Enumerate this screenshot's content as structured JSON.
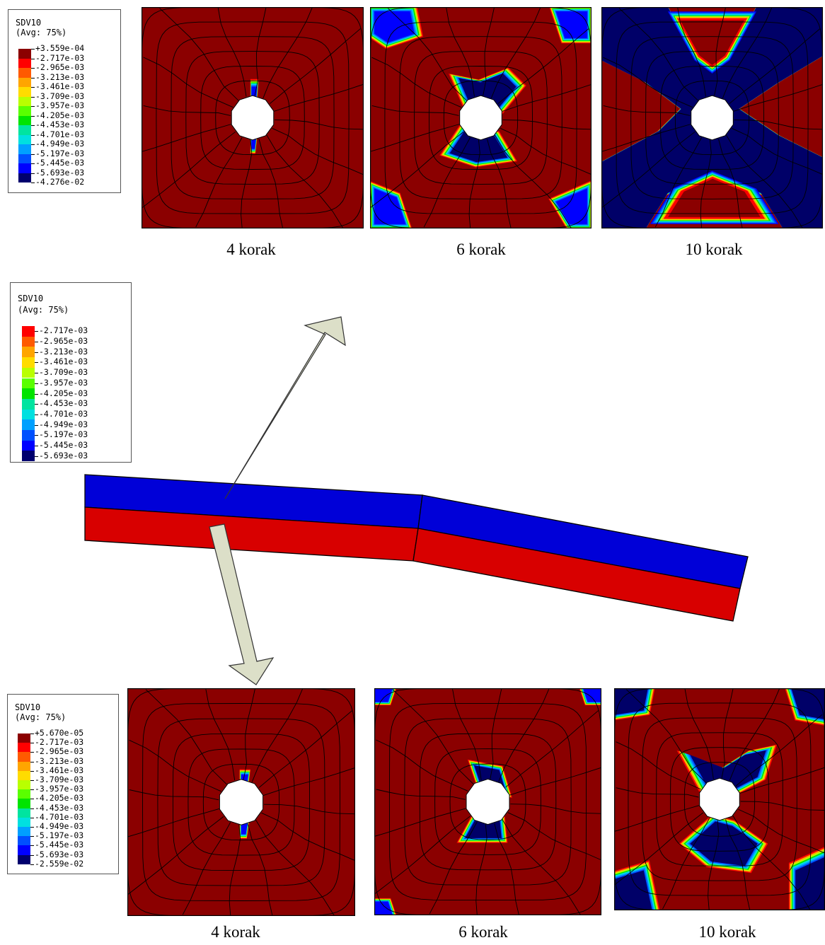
{
  "colors": {
    "contour": [
      "#8b0000",
      "#ff0000",
      "#ff5a00",
      "#ffa500",
      "#ffdc00",
      "#b9ff00",
      "#5aff00",
      "#00e400",
      "#00e4a0",
      "#00e0e0",
      "#00a0ff",
      "#0050ff",
      "#0000ff",
      "#00006e"
    ],
    "background_red": "#8b0000",
    "core_blue": "#000068",
    "arrow_fill": "#dcdfc8",
    "beam_top": "#0000d8",
    "beam_bottom": "#d80000"
  },
  "legend_top": {
    "title": "SDV10",
    "subtitle": "(Avg: 75%)",
    "values": [
      "+3.559e-04",
      "-2.717e-03",
      "-2.965e-03",
      "-3.213e-03",
      "-3.461e-03",
      "-3.709e-03",
      "-3.957e-03",
      "-4.205e-03",
      "-4.453e-03",
      "-4.701e-03",
      "-4.949e-03",
      "-5.197e-03",
      "-5.445e-03",
      "-5.693e-03",
      "-4.276e-02"
    ]
  },
  "legend_mid": {
    "title": "SDV10",
    "subtitle": "(Avg: 75%)",
    "values": [
      "-2.717e-03",
      "-2.965e-03",
      "-3.213e-03",
      "-3.461e-03",
      "-3.709e-03",
      "-3.957e-03",
      "-4.205e-03",
      "-4.453e-03",
      "-4.701e-03",
      "-4.949e-03",
      "-5.197e-03",
      "-5.445e-03",
      "-5.693e-03"
    ]
  },
  "legend_bottom": {
    "title": "SDV10",
    "subtitle": "(Avg: 75%)",
    "values": [
      "+5.670e-05",
      "-2.717e-03",
      "-2.965e-03",
      "-3.213e-03",
      "-3.461e-03",
      "-3.709e-03",
      "-3.957e-03",
      "-4.205e-03",
      "-4.453e-03",
      "-4.701e-03",
      "-4.949e-03",
      "-5.197e-03",
      "-5.445e-03",
      "-5.693e-03",
      "-2.559e-02"
    ]
  },
  "top_row": {
    "captions": [
      "4 korak",
      "6 korak",
      "10 korak"
    ]
  },
  "bottom_row": {
    "captions": [
      "4 korak",
      "6 korak",
      "10 korak"
    ]
  }
}
